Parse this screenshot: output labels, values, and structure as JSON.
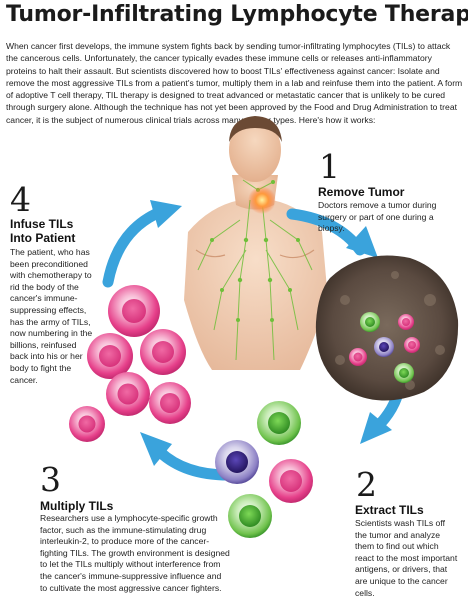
{
  "title": "Tumor-Infiltrating Lymphocyte Therapy",
  "intro": "When cancer first develops, the immune system fights back by sending tumor-infiltrating lymphocytes (TILs) to attack the cancerous cells. Unfortunately, the cancer typically evades these immune cells or releases anti-inflammatory proteins to halt their assault. But scientists discovered how to boost TILs' effectiveness against cancer: Isolate and remove the most aggressive TILs from a patient's tumor, multiply them in a lab and reinfuse them into the patient. A form of adoptive T cell therapy, TIL therapy is designed to treat advanced or metastatic cancer that is unlikely to be cured through surgery alone. Although the technique has not yet been approved by the Food and Drug Administration to treat cancer, it is the subject of numerous clinical trials across many cancer types. Here's how it works:",
  "steps": [
    {
      "number": "1",
      "title": "Remove Tumor",
      "text": "Doctors remove a tumor during surgery or part of one during a biopsy."
    },
    {
      "number": "2",
      "title": "Extract TILs",
      "text": "Scientists wash TILs off the tumor and analyze them to find out which react to the most important antigens, or drivers, that are unique to the cancer cells."
    },
    {
      "number": "3",
      "title": "Multiply TILs",
      "text": "Researchers use a lymphocyte-specific growth factor, such as the immune-stimulating drug interleukin-2, to produce more of the cancer-fighting TILs. The growth environment is designed to let the TILs multiply without interference from the cancer's immune-suppressive influence and to cultivate the most aggressive cancer fighters."
    },
    {
      "number": "4",
      "title": "Infuse TILs Into Patient",
      "text": "The patient, who has been preconditioned with chemotherapy to rid the body of the cancer's immune-suppressing effects, has the army of TILs, now numbering in the billions, reinfused back into his or her body to fight the cancer."
    }
  ],
  "colors": {
    "arrow": "#3aa3dc",
    "pink_cell": "#e6408a",
    "green_cell": "#4caf3c",
    "purple_cell": "#3c2a8c",
    "tumor": "#5a4a40",
    "skin": "#f1c8a8"
  }
}
